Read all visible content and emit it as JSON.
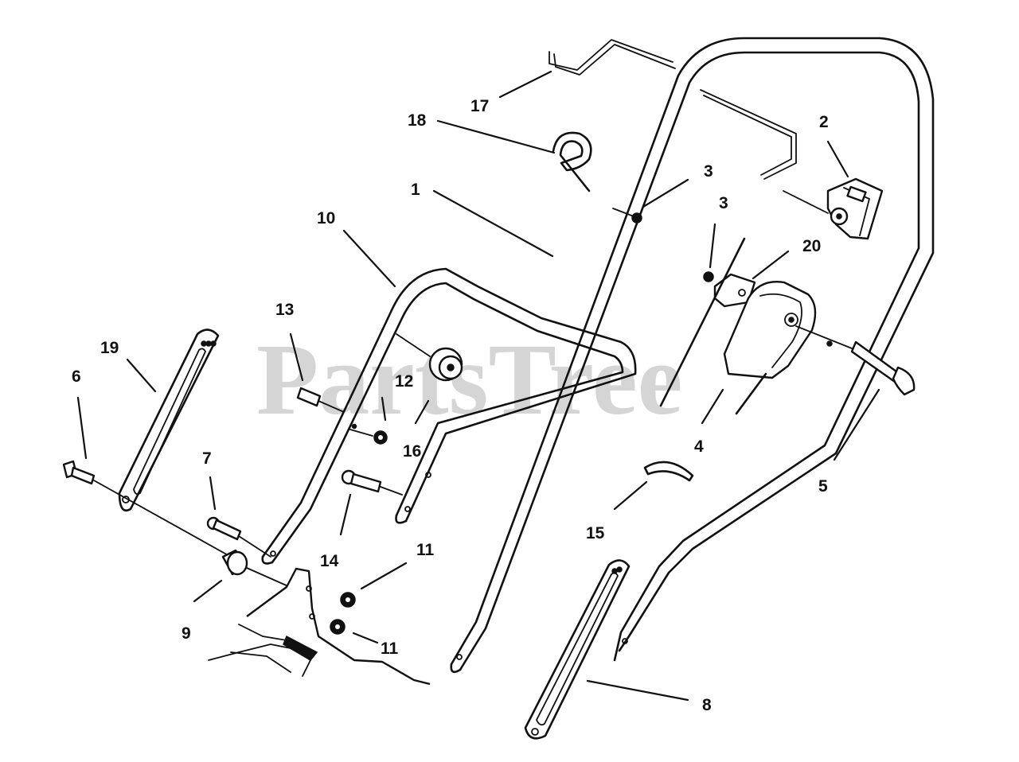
{
  "watermark": "PartsTree",
  "callouts": [
    {
      "id": "c1",
      "text": "1"
    },
    {
      "id": "c2",
      "text": "2"
    },
    {
      "id": "c3a",
      "text": "3"
    },
    {
      "id": "c3b",
      "text": "3"
    },
    {
      "id": "c4",
      "text": "4"
    },
    {
      "id": "c5",
      "text": "5"
    },
    {
      "id": "c6",
      "text": "6"
    },
    {
      "id": "c7",
      "text": "7"
    },
    {
      "id": "c8",
      "text": "8"
    },
    {
      "id": "c9",
      "text": "9"
    },
    {
      "id": "c10",
      "text": "10"
    },
    {
      "id": "c11a",
      "text": "11"
    },
    {
      "id": "c11b",
      "text": "11"
    },
    {
      "id": "c12",
      "text": "12"
    },
    {
      "id": "c13",
      "text": "13"
    },
    {
      "id": "c14",
      "text": "14"
    },
    {
      "id": "c15",
      "text": "15"
    },
    {
      "id": "c16",
      "text": "16"
    },
    {
      "id": "c17",
      "text": "17"
    },
    {
      "id": "c18",
      "text": "18"
    },
    {
      "id": "c19",
      "text": "19"
    },
    {
      "id": "c20",
      "text": "20"
    }
  ]
}
